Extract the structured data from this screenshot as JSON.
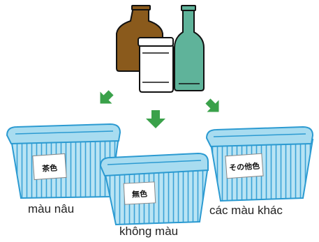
{
  "bins": [
    {
      "tag": "茶色",
      "caption": "màu nâu"
    },
    {
      "tag": "無色",
      "caption": "không màu"
    },
    {
      "tag": "その他色",
      "caption": "các màu khác"
    }
  ],
  "colors": {
    "brown_bottle": "#8a5a1c",
    "clear_jar": "#ffffff",
    "green_bottle": "#5fb39a",
    "arrow": "#3aa14a",
    "basket_fill": "#a8dcf0",
    "basket_stroke": "#2b9ad1"
  }
}
